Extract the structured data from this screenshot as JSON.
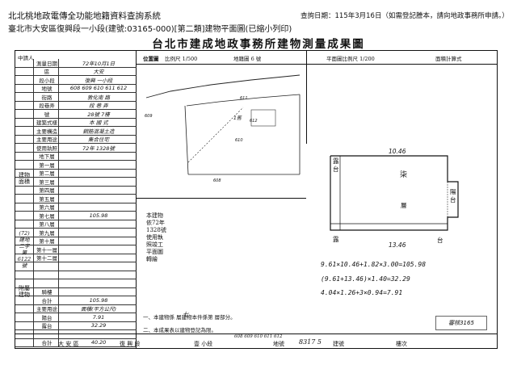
{
  "header": {
    "title": "北北桃地政電傳全功能地籍資料查詢系統",
    "subtitle": "臺北市大安區復興段一小段(建號:03165-000)[第二類]建物平面圖(已縮小列印)",
    "query_date": "查詢日期：115年3月16日（如需登記謄本，請向地政事務所申請。）"
  },
  "document_title": "台北市建成地政事務所建物測量成果圖",
  "left_table": {
    "top_label": "中請人",
    "rows": [
      {
        "label": "測量日期",
        "value": "72年10月1日"
      },
      {
        "label": "區",
        "value": "大安"
      },
      {
        "label": "段小段",
        "value": "復興 一小段"
      },
      {
        "label": "地號",
        "value": "608 609 610 611 612"
      },
      {
        "label": "街路",
        "value": "敦化南 路"
      },
      {
        "label": "段巷弄",
        "value": "段 巷 弄"
      },
      {
        "label": "號",
        "value": "28號 7樓"
      },
      {
        "label": "建築式樣",
        "value": "本 國 式"
      },
      {
        "label": "主要構造",
        "value": "鋼筋混凝土造"
      },
      {
        "label": "主要用途",
        "value": "集合住宅"
      },
      {
        "label": "使用執照",
        "value": "72年 1328號"
      },
      {
        "label": "地下層",
        "value": ""
      },
      {
        "label": "第一層",
        "value": ""
      },
      {
        "label": "第二層",
        "value": ""
      },
      {
        "label": "第三層",
        "value": ""
      },
      {
        "label": "第四層",
        "value": ""
      },
      {
        "label": "第五層",
        "value": ""
      },
      {
        "label": "第六層",
        "value": ""
      },
      {
        "label": "第七層",
        "value": "105.98"
      },
      {
        "label": "第八層",
        "value": ""
      },
      {
        "label": "第九層",
        "value": ""
      },
      {
        "label": "第十層",
        "value": ""
      },
      {
        "label": "第十一層",
        "value": ""
      },
      {
        "label": "第十二層",
        "value": ""
      },
      {
        "label": "",
        "value": ""
      },
      {
        "label": "",
        "value": ""
      },
      {
        "label": "",
        "value": ""
      },
      {
        "label": "騎樓",
        "value": ""
      },
      {
        "label": "合計",
        "value": "105.98"
      },
      {
        "label": "主要用途",
        "value": "面積(平方公尺)"
      },
      {
        "label": "陽台",
        "value": "7.91"
      },
      {
        "label": "露台",
        "value": "32.29"
      },
      {
        "label": "",
        "value": ""
      },
      {
        "label": "合計",
        "value": "40.20"
      }
    ],
    "side_labels": {
      "building": "建物面積",
      "annex": "附屬建物",
      "land_handwritten": "(72) 建地二字第 6122 號",
      "unit": "(平方公尺)"
    }
  },
  "scale_bar": {
    "location_label": "位置圖",
    "location_scale": "比例尺 1/500",
    "parcel_label": "地籍圖 6 號",
    "plan_label": "平面圖比例尺 1/200",
    "calc_label": "面積計算式"
  },
  "location_map": {
    "parcels": [
      "611",
      "610",
      "609",
      "608",
      "612"
    ],
    "mark": "1舊"
  },
  "notes": {
    "license_vertical": "本建物依72年1328號使用執照竣工平面圖轉繪",
    "note1": "一、本建物係 層建物本件係第 層部分。",
    "note1_fill": "七",
    "note2": "二、本成果表以建物登記為限。"
  },
  "floorplan": {
    "dim_top": "10.46",
    "dim_bottom": "13.46",
    "labels": {
      "floor": "柒",
      "sub": "層",
      "balcony": "陽台",
      "terrace_left": "露",
      "terrace_bottom": "台",
      "left_vertical": "露台"
    }
  },
  "calculation": {
    "line1": "9.61×10.46+1.82×3.00=105.98",
    "line2": "(9.61+13.46)×1.40=32.29",
    "line3": "4.04×1.26+3×0.94=7.91"
  },
  "stamp": {
    "label": "審核 ",
    "number": "3165"
  },
  "footer": {
    "district": "大 安 區",
    "section": "復 興 段",
    "subsection": "壹 小段",
    "parcels": "608 609 610 611 612",
    "parcel_label": "地號",
    "building_no": "8317 5",
    "build_label": "建號",
    "floor_label": "樓次"
  }
}
